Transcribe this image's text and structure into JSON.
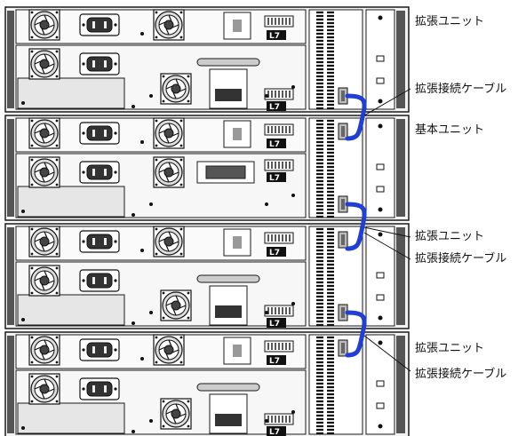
{
  "labels": {
    "expansion_unit_1": "拡張ユニット",
    "expansion_cable_1": "拡張接続ケーブル",
    "base_unit": "基本ユニット",
    "expansion_unit_2": "拡張ユニット",
    "expansion_cable_2": "拡張接続ケーブル",
    "expansion_unit_3": "拡張ユニット",
    "expansion_cable_3": "拡張接続ケーブル"
  },
  "badge_text": "L7",
  "colors": {
    "chassis": "#f2f2f2",
    "outline": "#1a1a1a",
    "cable": "#1f3fd6",
    "rail": "#555555"
  }
}
